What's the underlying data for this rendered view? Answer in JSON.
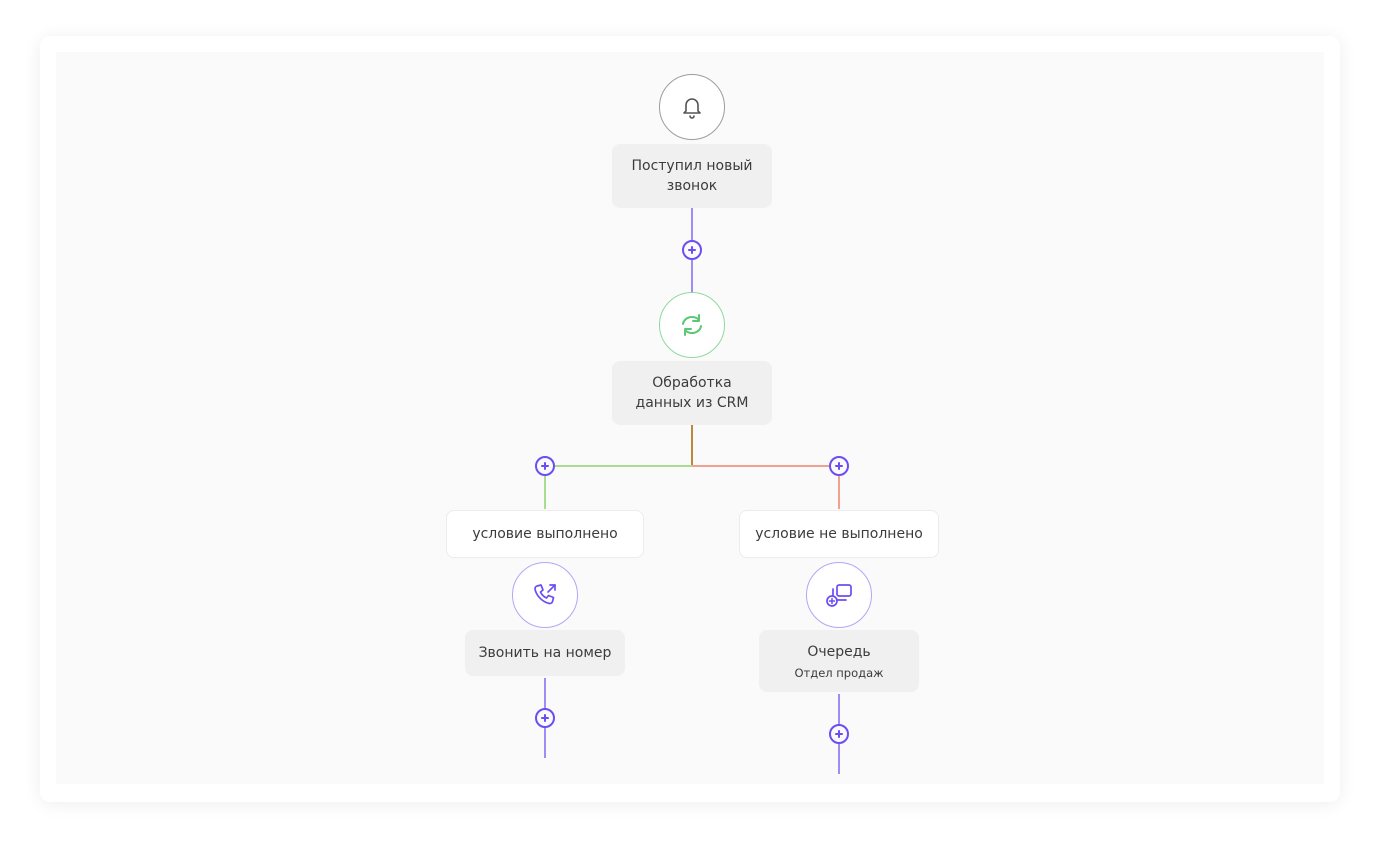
{
  "flow": {
    "trigger": {
      "icon": "bell-icon",
      "label": "Поступил новый звонок"
    },
    "crm_step": {
      "icon": "refresh-icon",
      "label": "Обработка данных из CRM"
    },
    "branch_true": {
      "condition": "условие выполнено",
      "icon": "phone-outgoing-icon",
      "action_label": "Звонить на номер"
    },
    "branch_false": {
      "condition": "условие не выполнено",
      "icon": "queue-add-icon",
      "action_label": "Очередь",
      "action_sub": "Отдел продаж"
    }
  },
  "colors": {
    "accent": "#6c4df2",
    "line_main": "#9d8df5",
    "line_true": "#a8dc8e",
    "line_false": "#f2a190",
    "line_split": "#b98a3e",
    "success_icon": "#5cc775",
    "node_border": "#9d9d9d"
  }
}
